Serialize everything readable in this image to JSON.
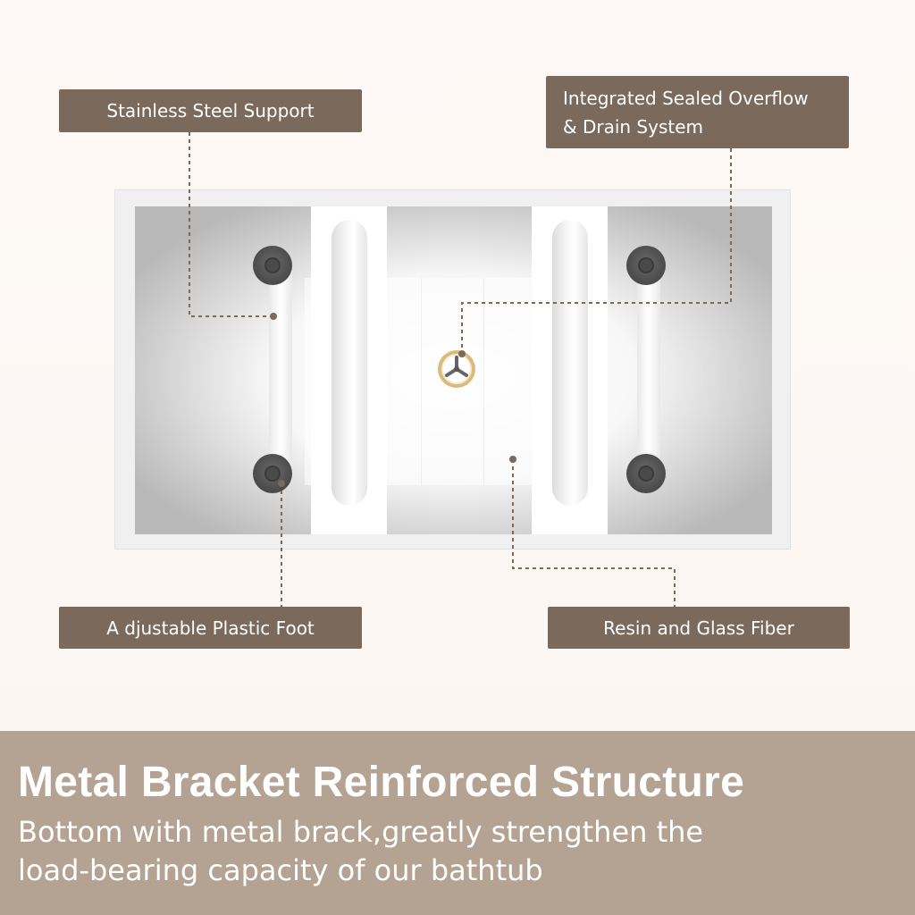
{
  "callouts": {
    "stainless_steel_support": "Stainless Steel Support",
    "overflow_drain_line1": "Integrated Sealed Overflow",
    "overflow_drain_line2": "& Drain System",
    "plastic_foot": "A djustable Plastic Foot",
    "resin_glass_fiber": "Resin and Glass Fiber"
  },
  "banner": {
    "title": "Metal Bracket Reinforced Structure",
    "subtitle_line1": "Bottom with metal brack,greatly strengthen the",
    "subtitle_line2": "load-bearing capacity of our bathtub"
  },
  "colors": {
    "callout_bg": "#7b6a5b",
    "banner_bg": "#b4a393",
    "leader_line": "#7b6a5b",
    "drain_ring": "#d9bc7c",
    "foot": "#505050"
  },
  "icons": {
    "drain": "drain-icon",
    "foot": "adjustable-foot-icon"
  }
}
